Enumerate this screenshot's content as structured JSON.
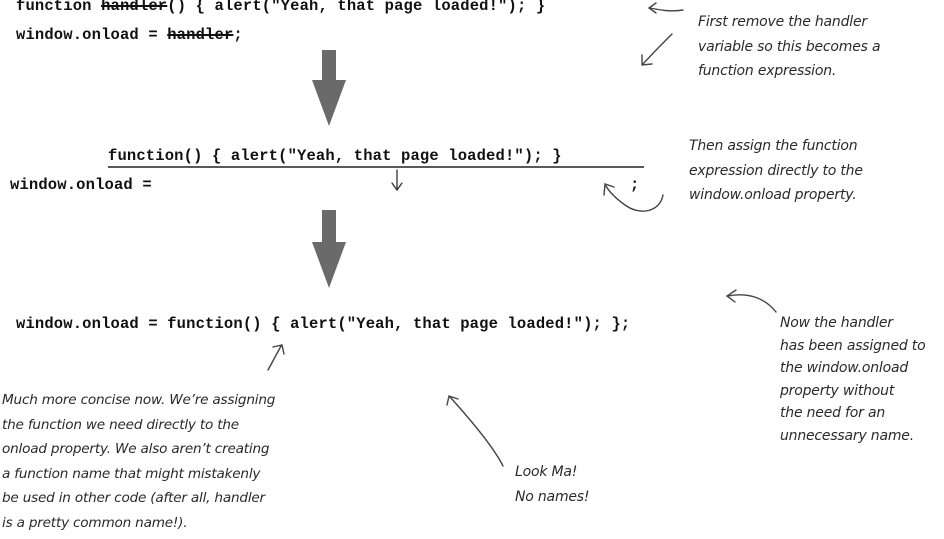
{
  "step1": {
    "code_func_kw": "function ",
    "code_func_name": "handler",
    "code_func_rest": "() { alert(\"Yeah, that page loaded!\"); }",
    "code_assign_prefix": "window.onload = ",
    "code_assign_name": "handler",
    "code_assign_suffix": ";",
    "note": [
      "First remove the handler",
      "variable so this becomes a",
      "function expression."
    ]
  },
  "step2": {
    "code_function": "function() { alert(\"Yeah, that page loaded!\"); }",
    "code_assign_prefix": "window.onload =",
    "code_semicolon": ";",
    "note": [
      "Then assign the function",
      "expression directly to the",
      "window.onload property."
    ]
  },
  "step3": {
    "code_final": "window.onload = function() { alert(\"Yeah, that page loaded!\"); };",
    "note_right": [
      "Now the handler",
      "has been assigned to",
      "the window.onload",
      "property without",
      "the need for an",
      "unnecessary name."
    ],
    "note_left": [
      "Much more concise now. We’re assigning",
      "the function we need directly to the",
      "onload property. We also aren’t creating",
      "a function name that might mistakenly",
      "be used in other code (after all, handler",
      "is a pretty common name!)."
    ],
    "note_middle": [
      "Look Ma!",
      "No names!"
    ]
  },
  "colors": {
    "arrow_fill": "#6a6a6a",
    "ink": "#1c1c1c"
  }
}
